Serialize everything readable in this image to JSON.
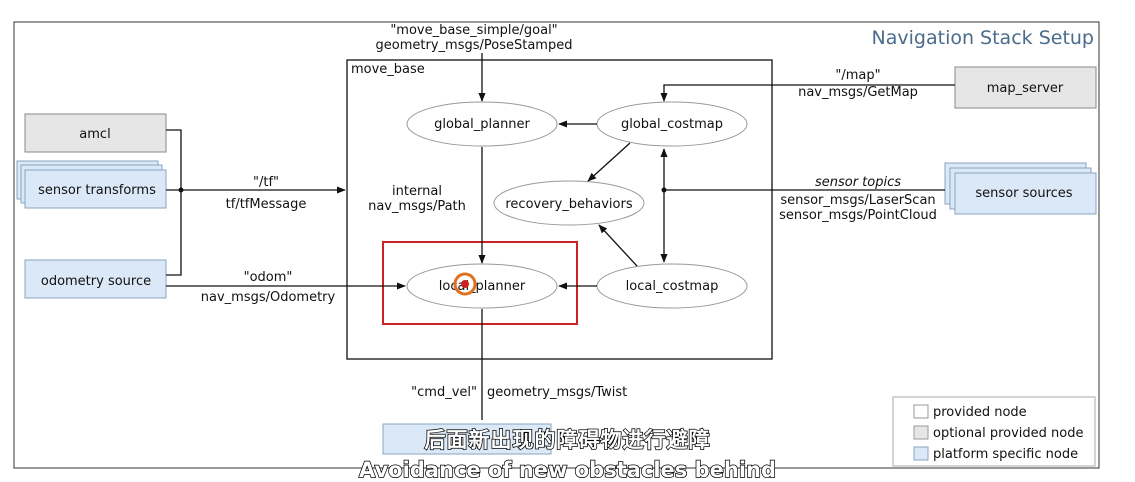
{
  "title": "Navigation Stack Setup",
  "container_label": "move_base",
  "nodes": {
    "amcl": "amcl",
    "sensor_transforms": "sensor transforms",
    "odometry_source": "odometry source",
    "map_server": "map_server",
    "sensor_sources": "sensor sources",
    "global_planner": "global_planner",
    "global_costmap": "global_costmap",
    "recovery_behaviors": "recovery_behaviors",
    "local_planner": "local_planner",
    "local_costmap": "local_costmap"
  },
  "edges": {
    "goal_topic": "\"move_base_simple/goal\"",
    "goal_type": "geometry_msgs/PoseStamped",
    "map_topic": "\"/map\"",
    "map_type": "nav_msgs/GetMap",
    "tf_topic": "\"/tf\"",
    "tf_type": "tf/tfMessage",
    "internal_1": "internal",
    "internal_2": "nav_msgs/Path",
    "sensor_topics": "sensor topics",
    "sensor_type_1": "sensor_msgs/LaserScan",
    "sensor_type_2": "sensor_msgs/PointCloud",
    "odom_topic": "\"odom\"",
    "odom_type": "nav_msgs/Odometry",
    "cmd_vel_topic": "\"cmd_vel\"",
    "cmd_vel_type": "geometry_msgs/Twist"
  },
  "legend": {
    "provided": "provided node",
    "optional": "optional provided node",
    "platform": "platform specific node"
  },
  "subtitles": {
    "chinese": "后面新出现的障碍物进行避障",
    "english": "Avoidance of new obstacles behind"
  },
  "colors": {
    "optional_node": "#e6e6e6",
    "platform_node": "#dbe8f7",
    "highlight": "#cc2222",
    "cursor": "#e07020"
  }
}
